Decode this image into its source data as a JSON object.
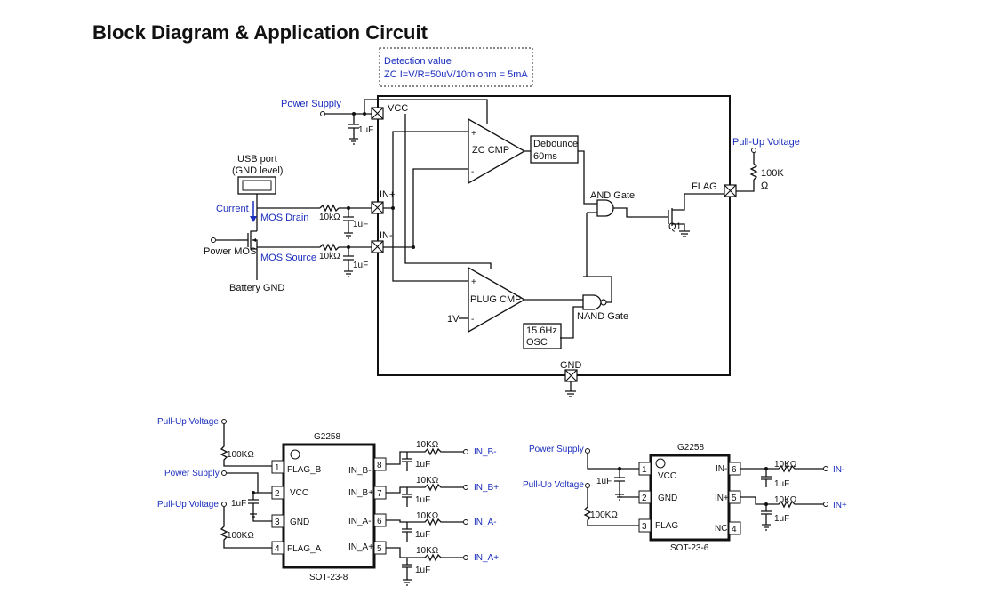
{
  "title": "Block Diagram & Application Circuit",
  "colors": {
    "ink": "#111111",
    "label_blue": "#1a2dbd"
  },
  "main": {
    "note_line1": "Detection value",
    "note_line2": "ZC I=V/R=50uV/10m ohm = 5mA",
    "power_supply": "Power Supply",
    "vcc": "VCC",
    "cap_vcc": "1uF",
    "usb_line1": "USB port",
    "usb_line2": "(GND level)",
    "current": "Current",
    "mos_drain": "MOS Drain",
    "mos_source": "MOS Source",
    "res_a": "10kΩ",
    "res_b": "10kΩ",
    "cap_a": "1uF",
    "cap_b": "1uF",
    "power_mos": "Power MOS",
    "battery_gnd": "Battery GND",
    "in_plus": "IN+",
    "in_minus": "IN-",
    "zc_cmp": "ZC CMP",
    "plus": "+",
    "minus": "-",
    "debounce_line1": "Debounce",
    "debounce_line2": "60ms",
    "and_gate": "AND Gate",
    "nand_gate": "NAND Gate",
    "plug_cmp": "PLUG CMP",
    "ref_1v": "1V",
    "osc_line1": "15.6Hz",
    "osc_line2": "OSC",
    "gnd": "GND",
    "q1": "Q1",
    "flag": "FLAG",
    "pullup": "Pull-Up Voltage",
    "res_pullup_line1": "100K",
    "res_pullup_line2": "Ω"
  },
  "sot8": {
    "chip_name": "G2258",
    "package": "SOT-23-8",
    "pullup_1": "Pull-Up Voltage",
    "pullup_2": "Pull-Up Voltage",
    "power_supply": "Power Supply",
    "res_1": "100KΩ",
    "res_2": "100KΩ",
    "cap": "1uF",
    "pins": [
      {
        "num": "1",
        "name": "FLAG_B"
      },
      {
        "num": "2",
        "name": "VCC"
      },
      {
        "num": "3",
        "name": "GND"
      },
      {
        "num": "4",
        "name": "FLAG_A"
      },
      {
        "num": "8",
        "name": "IN_B-"
      },
      {
        "num": "7",
        "name": "IN_B+"
      },
      {
        "num": "6",
        "name": "IN_A-"
      },
      {
        "num": "5",
        "name": "IN_A+"
      }
    ],
    "outputs": [
      {
        "res": "10KΩ",
        "cap": "1uF",
        "net": "IN_B-"
      },
      {
        "res": "10KΩ",
        "cap": "1uF",
        "net": "IN_B+"
      },
      {
        "res": "10KΩ",
        "cap": "1uF",
        "net": "IN_A-"
      },
      {
        "res": "10KΩ",
        "cap": "1uF",
        "net": "IN_A+"
      }
    ]
  },
  "sot6": {
    "chip_name": "G2258",
    "package": "SOT-23-6",
    "power_supply": "Power Supply",
    "pullup": "Pull-Up Voltage",
    "res_pullup": "100KΩ",
    "cap": "1uF",
    "pins": [
      {
        "num": "1",
        "name": "VCC"
      },
      {
        "num": "2",
        "name": "GND"
      },
      {
        "num": "3",
        "name": "FLAG"
      },
      {
        "num": "6",
        "name": "IN-"
      },
      {
        "num": "5",
        "name": "IN+"
      },
      {
        "num": "4",
        "name": "NC"
      }
    ],
    "outputs": [
      {
        "res": "10KΩ",
        "cap": "1uF",
        "net": "IN-"
      },
      {
        "res": "10KΩ",
        "cap": "1uF",
        "net": "IN+"
      }
    ]
  }
}
